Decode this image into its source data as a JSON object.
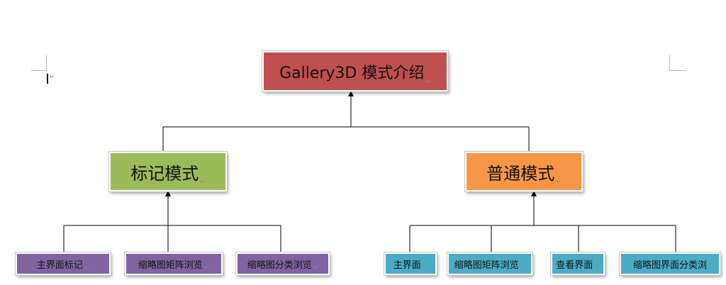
{
  "diagram": {
    "root": {
      "label": "Gallery3D 模式介绍",
      "color": "#c0504d"
    },
    "branches": [
      {
        "label": "标记模式",
        "color": "#9bbb59",
        "children": [
          {
            "label": "主界面标记",
            "color": "#8064a2"
          },
          {
            "label": "缩略图矩阵浏览",
            "color": "#8064a2"
          },
          {
            "label": "缩略图分类浏览",
            "color": "#8064a2"
          }
        ]
      },
      {
        "label": "普通模式",
        "color": "#f79646",
        "children": [
          {
            "label": "主界面",
            "color": "#4bacc6"
          },
          {
            "label": "缩略图矩阵浏览",
            "color": "#4bacc6"
          },
          {
            "label": "查看界面",
            "color": "#4bacc6"
          },
          {
            "label": "缩略图界面分类浏",
            "color": "#4bacc6"
          }
        ]
      }
    ],
    "connector_color": "#000000"
  },
  "symbols": {
    "paragraph_mark": "↵"
  }
}
